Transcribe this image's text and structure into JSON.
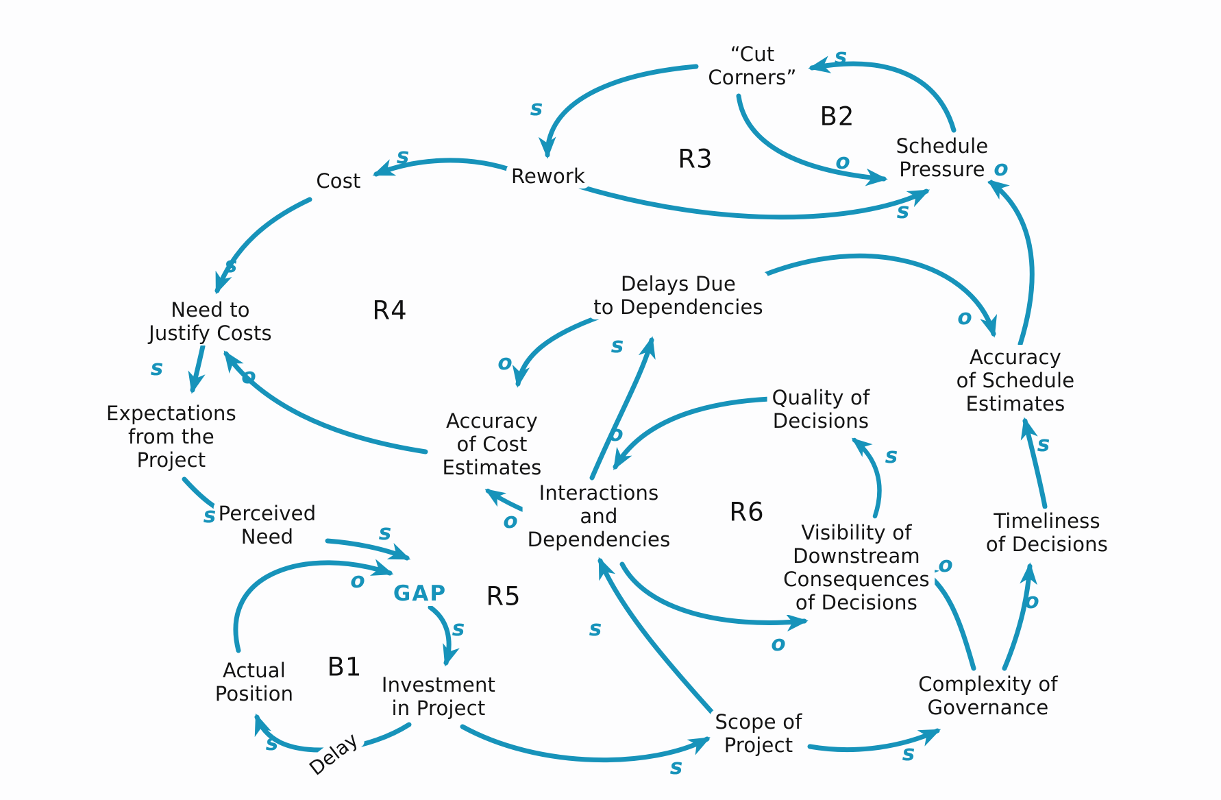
{
  "diagram": {
    "type": "causal-loop-diagram",
    "accent_color": "#1793BA",
    "text_color": "#151515",
    "background_color": "#FDFDFE"
  },
  "nodes": [
    {
      "id": "cut-corners",
      "label": "“Cut\nCorners”"
    },
    {
      "id": "rework",
      "label": "Rework"
    },
    {
      "id": "cost",
      "label": "Cost"
    },
    {
      "id": "need-justify-costs",
      "label": "Need to\nJustify Costs"
    },
    {
      "id": "expectations",
      "label": "Expectations\nfrom the\nProject"
    },
    {
      "id": "perceived-need",
      "label": "Perceived\nNeed"
    },
    {
      "id": "gap",
      "label": "GAP"
    },
    {
      "id": "actual-position",
      "label": "Actual\nPosition"
    },
    {
      "id": "investment",
      "label": "Investment\nin Project"
    },
    {
      "id": "scope",
      "label": "Scope of\nProject"
    },
    {
      "id": "interactions",
      "label": "Interactions\nand\nDependencies"
    },
    {
      "id": "delays",
      "label": "Delays Due\nto Dependencies"
    },
    {
      "id": "acc-cost",
      "label": "Accuracy\nof Cost\nEstimates"
    },
    {
      "id": "quality",
      "label": "Quality of\nDecisions"
    },
    {
      "id": "visibility",
      "label": "Visibility of\nDownstream\nConsequences\nof Decisions"
    },
    {
      "id": "complexity",
      "label": "Complexity of\nGovernance"
    },
    {
      "id": "timeliness",
      "label": "Timeliness\nof Decisions"
    },
    {
      "id": "acc-schedule",
      "label": "Accuracy\nof Schedule\nEstimates"
    },
    {
      "id": "schedule-pressure",
      "label": "Schedule\nPressure"
    }
  ],
  "loops": [
    {
      "id": "R3",
      "label": "R3"
    },
    {
      "id": "B2",
      "label": "B2"
    },
    {
      "id": "R4",
      "label": "R4"
    },
    {
      "id": "R5",
      "label": "R5"
    },
    {
      "id": "B1",
      "label": "B1"
    },
    {
      "id": "R6",
      "label": "R6"
    }
  ],
  "edges": [
    {
      "from": "schedule-pressure",
      "to": "cut-corners",
      "polarity": "s"
    },
    {
      "from": "cut-corners",
      "to": "rework",
      "polarity": "s"
    },
    {
      "from": "cut-corners",
      "to": "schedule-pressure",
      "polarity": "o"
    },
    {
      "from": "rework",
      "to": "schedule-pressure",
      "polarity": "s"
    },
    {
      "from": "rework",
      "to": "cost",
      "polarity": "s"
    },
    {
      "from": "cost",
      "to": "need-justify-costs",
      "polarity": "s"
    },
    {
      "from": "need-justify-costs",
      "to": "expectations",
      "polarity": "s"
    },
    {
      "from": "acc-cost",
      "to": "need-justify-costs",
      "polarity": "o"
    },
    {
      "from": "expectations",
      "to": "perceived-need",
      "polarity": "s"
    },
    {
      "from": "perceived-need",
      "to": "gap",
      "polarity": "s"
    },
    {
      "from": "actual-position",
      "to": "gap",
      "polarity": "o"
    },
    {
      "from": "gap",
      "to": "investment",
      "polarity": "s"
    },
    {
      "from": "investment",
      "to": "actual-position",
      "polarity": "s"
    },
    {
      "from": "investment",
      "to": "scope",
      "polarity": "s"
    },
    {
      "from": "scope",
      "to": "interactions",
      "polarity": "s"
    },
    {
      "from": "scope",
      "to": "complexity",
      "polarity": "s"
    },
    {
      "from": "interactions",
      "to": "visibility",
      "polarity": "o"
    },
    {
      "from": "interactions",
      "to": "delays",
      "polarity": "s"
    },
    {
      "from": "interactions",
      "to": "acc-cost",
      "polarity": "o"
    },
    {
      "from": "delays",
      "to": "acc-cost",
      "polarity": "o"
    },
    {
      "from": "delays",
      "to": "acc-schedule",
      "polarity": "o"
    },
    {
      "from": "quality",
      "to": "interactions",
      "polarity": "o"
    },
    {
      "from": "visibility",
      "to": "quality",
      "polarity": "s"
    },
    {
      "from": "complexity",
      "to": "visibility",
      "polarity": "o"
    },
    {
      "from": "complexity",
      "to": "timeliness",
      "polarity": "o"
    },
    {
      "from": "timeliness",
      "to": "acc-schedule",
      "polarity": "s"
    },
    {
      "from": "acc-schedule",
      "to": "schedule-pressure",
      "polarity": "o"
    }
  ],
  "annotations": [
    {
      "id": "delay",
      "label": "Delay"
    }
  ]
}
